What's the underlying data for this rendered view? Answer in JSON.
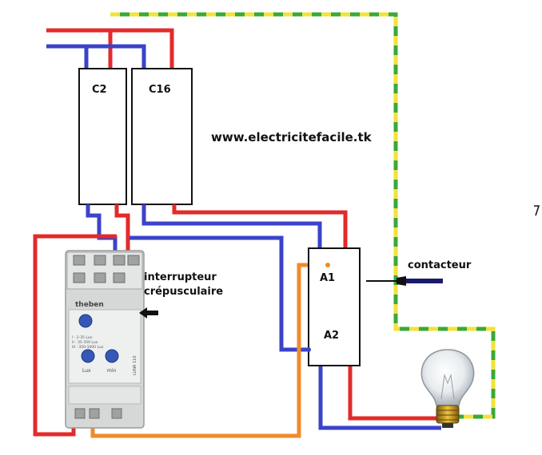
{
  "breakers": {
    "left": {
      "label": "C2"
    },
    "right": {
      "label": "C16"
    }
  },
  "website": "www.electricitefacile.tk",
  "relay": {
    "label_line1": "interrupteur",
    "label_line2": "crépusculaire",
    "brand": "theben",
    "model": "LUNA 110",
    "knob1_caption": "Lux",
    "knob2_caption": "min",
    "spec_lines": [
      "I : 2-35 Lux",
      "II : 35-350 Lux",
      "III : 350-1000 Lux"
    ]
  },
  "contactor": {
    "label": "contacteur",
    "terminal_a1": "A1",
    "terminal_a2": "A2"
  },
  "colors": {
    "phase": "#e32a2a",
    "neutral": "#3a43c9",
    "earth_green": "#3aa83a",
    "earth_yellow": "#f2e23a",
    "control": "#f08a2b",
    "device_grey": "#d6d8d8",
    "knob": "#3558b8"
  },
  "icons": [
    "arrow-left-icon",
    "multimeter-probe-icon",
    "light-bulb-icon"
  ]
}
